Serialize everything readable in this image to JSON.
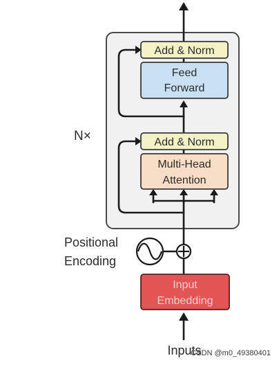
{
  "diagram": {
    "repeat_label": "N×",
    "upper_norm_label": "Add & Norm",
    "feed_forward_label": [
      "Feed",
      "Forward"
    ],
    "lower_norm_label": "Add & Norm",
    "attention_label": [
      "Multi-Head",
      "Attention"
    ],
    "positional_label": [
      "Positional",
      "Encoding"
    ],
    "add_symbol": "⊕",
    "embedding_label": [
      "Input",
      "Embedding"
    ],
    "inputs_label": "Inputs",
    "watermark": "CSDN @m0_49380401"
  },
  "colors": {
    "block_bg": "#f1f1f1",
    "block_border": "#4a4a4a",
    "add_norm_fill": "#f2f2c6",
    "feed_forward_fill": "#c9dff2",
    "attention_fill": "#f8dec6",
    "embedding_fill": "#e15555",
    "embedding_text": "#f7cccc",
    "wire": "#1a1a1a"
  }
}
